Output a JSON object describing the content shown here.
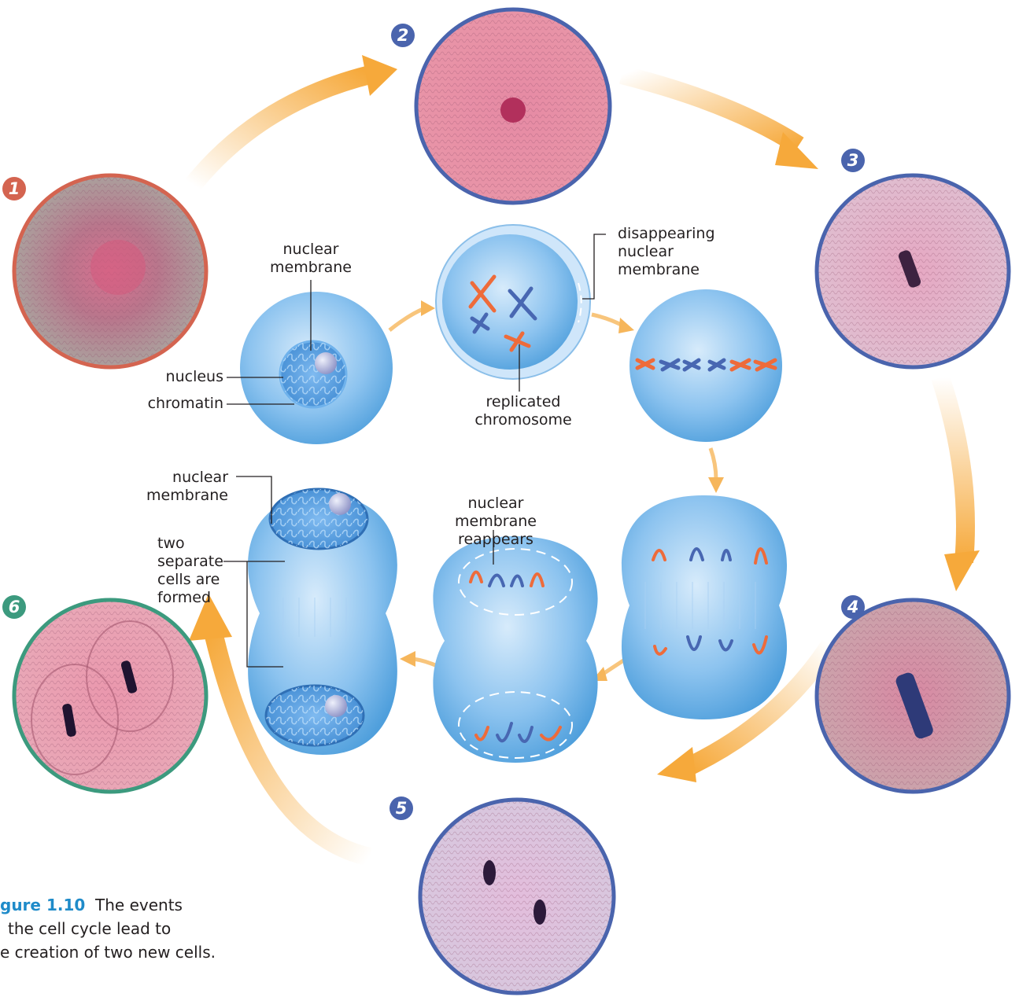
{
  "stages": [
    {
      "number": "1",
      "color": "#d46450"
    },
    {
      "number": "2",
      "color": "#4a64ad"
    },
    {
      "number": "3",
      "color": "#4a64ad"
    },
    {
      "number": "4",
      "color": "#4a64ad"
    },
    {
      "number": "5",
      "color": "#4a64ad"
    },
    {
      "number": "6",
      "color": "#3c9a7e"
    }
  ],
  "labels": {
    "nuclear_membrane_top": "nuclear\nmembrane",
    "nucleus": "nucleus",
    "chromatin": "chromatin",
    "disappearing_nuclear_membrane": "disappearing\nnuclear\nmembrane",
    "replicated_chromosome": "replicated\nchromosome",
    "nuclear_membrane_bottom": "nuclear\nmembrane",
    "two_separate_cells": "two\nseparate\ncells are\nformed",
    "nuclear_membrane_reappears": "nuclear membrane\nreappears"
  },
  "caption": {
    "figure_label": "gure 1.10",
    "text_line1": "The events",
    "text_line2": "the cell cycle lead to",
    "text_line3": "e creation of two new cells."
  },
  "colors": {
    "arrow": "#f6a93b",
    "cell": "#5aa8e4",
    "chromosome_red": "#ee6b3a",
    "chromosome_blue": "#4867b2",
    "caption_accent": "#1f8bc9"
  }
}
